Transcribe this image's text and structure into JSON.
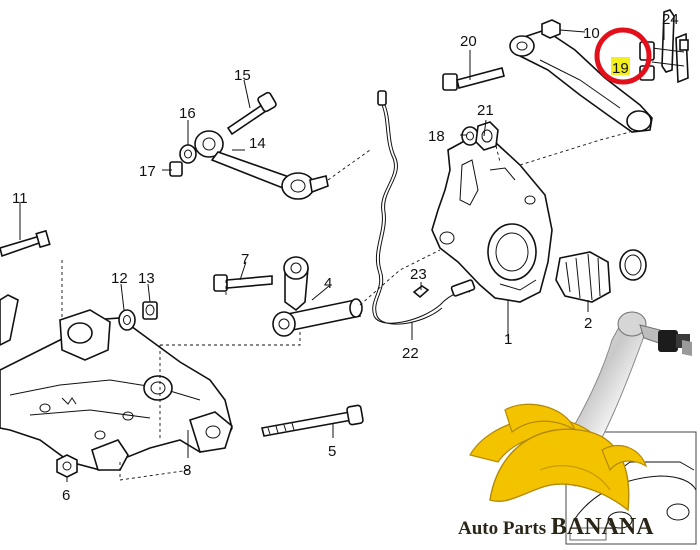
{
  "callouts": {
    "c1": "1",
    "c2": "2",
    "c4": "4",
    "c5": "5",
    "c6": "6",
    "c7": "7",
    "c8": "8",
    "c10": "10",
    "c11": "11",
    "c12": "12",
    "c13": "13",
    "c14": "14",
    "c15": "15",
    "c16": "16",
    "c17": "17",
    "c18": "18",
    "c19": "19",
    "c20": "20",
    "c21": "21",
    "c22": "22",
    "c23": "23",
    "c24": "24"
  },
  "highlight": {
    "target": "19",
    "ring_color": "#e3101c",
    "label_bg": "#f3ef1e"
  },
  "watermark": {
    "brand_prefix": "Auto Parts ",
    "brand_name": "BANANA",
    "banana_color": "#f4c300",
    "text_color": "#2a2516"
  }
}
